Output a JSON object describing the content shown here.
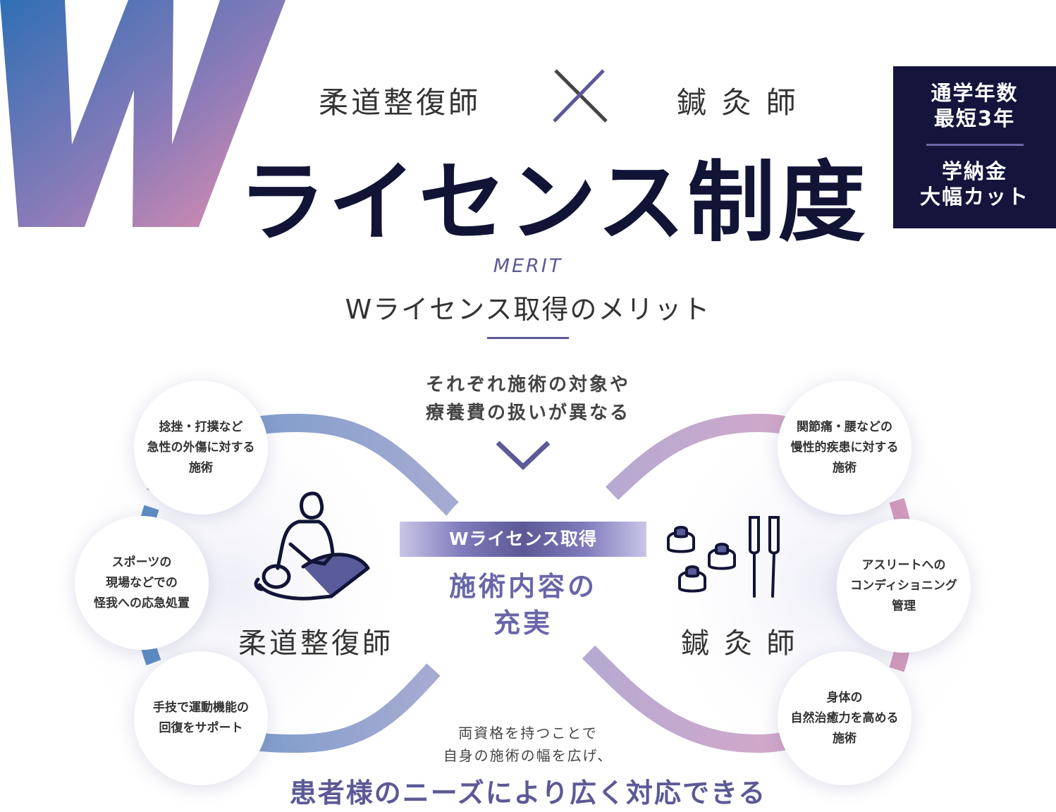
{
  "header": {
    "big_letter": "W",
    "qual_left": "柔道整復師",
    "qual_right": "鍼 灸 師",
    "title": "ライセンス制度",
    "side_box": {
      "line1": "通学年数",
      "line2": "最短3年",
      "line3": "学納金",
      "line4": "大幅カット"
    }
  },
  "merit": {
    "label_en": "MERIT",
    "heading": "Wライセンス取得のメリット"
  },
  "diagram": {
    "top_note": "それぞれ施術の対象や\n療養費の扱いが異なる",
    "center_band": "Wライセンス取得",
    "center_text": "施術内容の\n充実",
    "left_role": "柔道整復師",
    "right_role": "鍼 灸 師",
    "left_bubbles": [
      "捻挫・打撲など\n急性の外傷に対する\n施術",
      "スポーツの\n現場などでの\n怪我への応急処置",
      "手技で運動機能の\n回復をサポート"
    ],
    "right_bubbles": [
      "関節痛・腰などの\n慢性的疾患に対する\n施術",
      "アスリートへの\nコンディショニング\n管理",
      "身体の\n自然治癒力を高める\n施術"
    ],
    "bottom_small": "両資格を持つことで\n自身の施術の幅を広げ、",
    "bottom_big": "患者様のニーズにより広く対応できる"
  },
  "colors": {
    "navy": "#14143c",
    "accent_purple": "#5c5996",
    "blue_gradient_start": "#2f6fb4",
    "pink_gradient_end": "#e48fae"
  },
  "icons": [
    "massage-therapist-icon",
    "moxibustion-needles-icon",
    "cross-icon",
    "chevron-down-icon"
  ]
}
